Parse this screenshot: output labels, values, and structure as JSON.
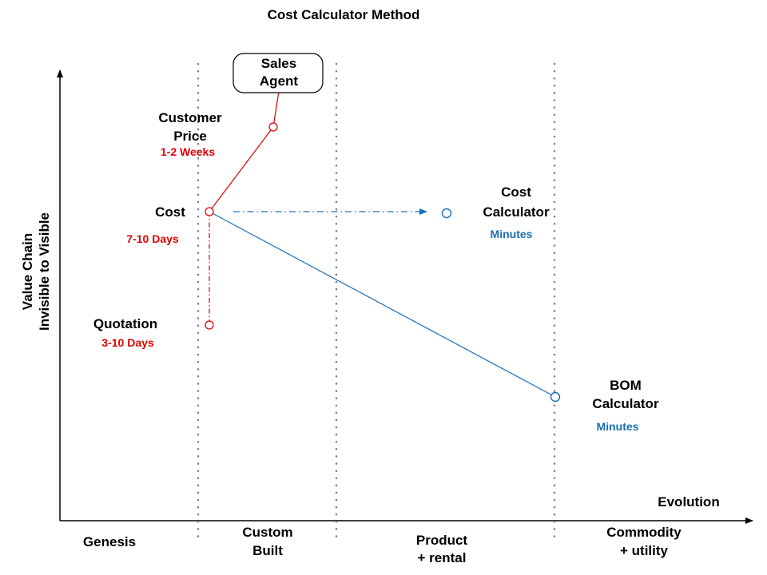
{
  "title": "Cost Calculator Method",
  "y_axis_label": [
    "Value Chain",
    "Invisible to Visible"
  ],
  "x_axis_label": "Evolution",
  "stages": [
    {
      "lines": [
        "Genesis"
      ]
    },
    {
      "lines": [
        "Custom",
        "Built"
      ]
    },
    {
      "lines": [
        "Product",
        "+ rental"
      ]
    },
    {
      "lines": [
        "Commodity",
        "+ utility"
      ]
    }
  ],
  "nodes": {
    "sales_agent": {
      "lines": [
        "Sales",
        "Agent"
      ]
    },
    "customer_price": {
      "lines": [
        "Customer",
        "Price"
      ],
      "time": "1-2 Weeks"
    },
    "cost": {
      "label": "Cost",
      "time": "7-10 Days"
    },
    "quotation": {
      "label": "Quotation",
      "time": "3-10 Days"
    },
    "cost_calculator": {
      "lines": [
        "Cost",
        "Calculator"
      ],
      "time": "Minutes"
    },
    "bom_calculator": {
      "lines": [
        "BOM",
        "Calculator"
      ],
      "time": "Minutes"
    }
  },
  "colors": {
    "red": "#e00000",
    "blue": "#1a6fb5",
    "grid": "#7f7f7f",
    "axis": "#000000"
  }
}
